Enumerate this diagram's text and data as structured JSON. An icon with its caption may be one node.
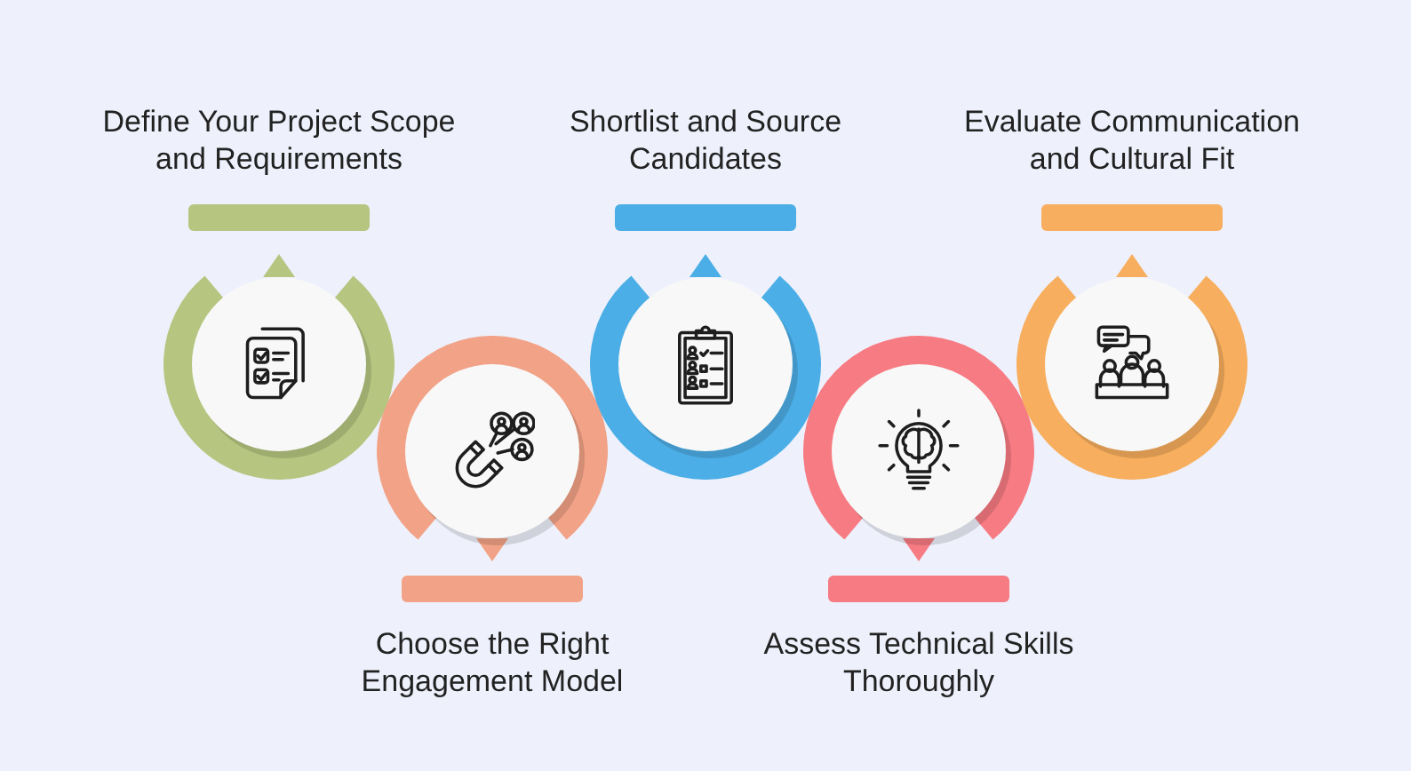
{
  "diagram": {
    "nodes": [
      {
        "text": [
          "Define Your Project Scope and Requirements"
        ]
      },
      {
        "text": [
          "Choose the Right Engagement Model"
        ]
      },
      {
        "text": [
          "Shortlist and Source Candidates"
        ]
      },
      {
        "text": [
          "Assess Technical Skills Thoroughly"
        ]
      },
      {
        "text": [
          "Evaluate Communication and Cultural Fit"
        ]
      }
    ],
    "edges": []
  }
}
